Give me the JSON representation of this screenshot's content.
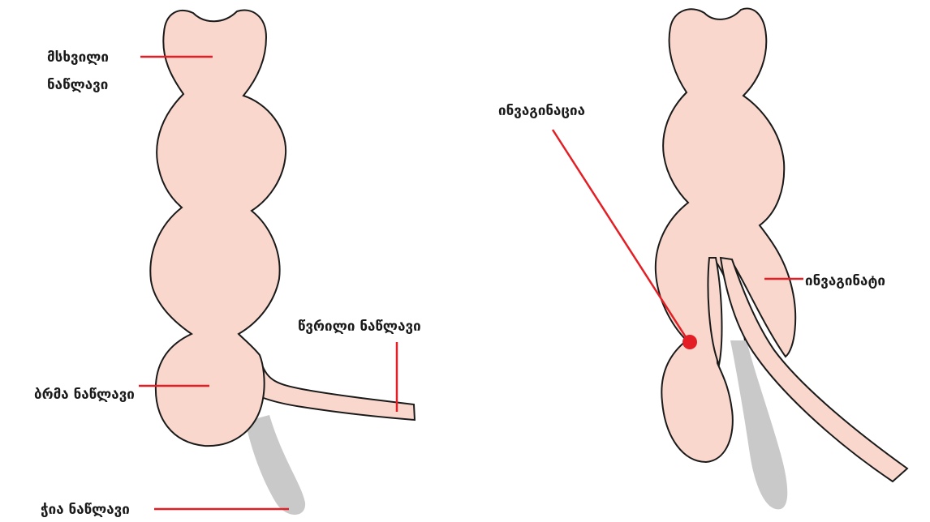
{
  "colors": {
    "tissue_fill": "#f9d7cc",
    "outline": "#1a1a1a",
    "leader_line": "#e31e24",
    "appendix_shadow": "#c9c9c9",
    "marker_dot": "#e31e24"
  },
  "left_panel": {
    "labels": {
      "large_intestine_line1": "მსხვილი",
      "large_intestine_line2": "ნაწლავი",
      "small_intestine": "წვრილი ნაწლავი",
      "cecum": "ბრმა ნაწლავი",
      "appendix": "ჭია ნაწლავი"
    }
  },
  "right_panel": {
    "labels": {
      "invagination": "ინვაგინაცია",
      "invaginate": "ინვაგინატი"
    }
  }
}
